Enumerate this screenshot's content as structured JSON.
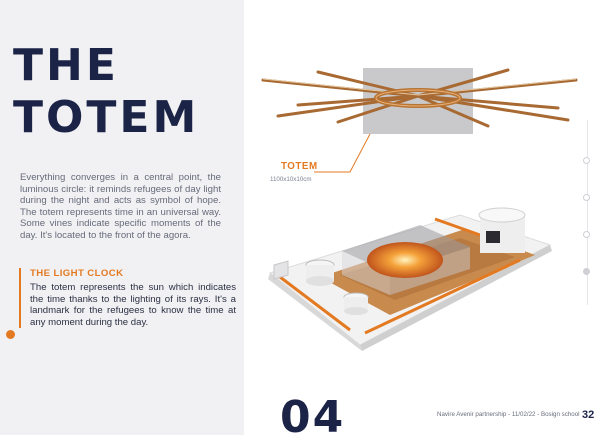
{
  "title": {
    "line1": "THE",
    "line2": "TOTEM"
  },
  "intro": "Everything converges in a central point, the luminous circle: it reminds refugees of day light during the night and acts as symbol of hope. The totem represents time in an universal way. Some vines indicate specific moments of the day. It's located to the front of the agora.",
  "light_clock": {
    "heading": "THE LIGHT CLOCK",
    "body": "The totem represents the sun which indicates the time thanks to the lighting of its rays. It's a landmark for the refugees to know the time at any moment during the day."
  },
  "totem": {
    "label": "TOTEM",
    "dimensions": "1100x10x10cm"
  },
  "section_number": "04",
  "footer": {
    "text": "Navire Avenir partnership - 11/02/22 - Bosign school",
    "page": "32"
  },
  "colors": {
    "navy": "#1b2346",
    "orange": "#e37a22",
    "panel": "#f1f1f3"
  }
}
